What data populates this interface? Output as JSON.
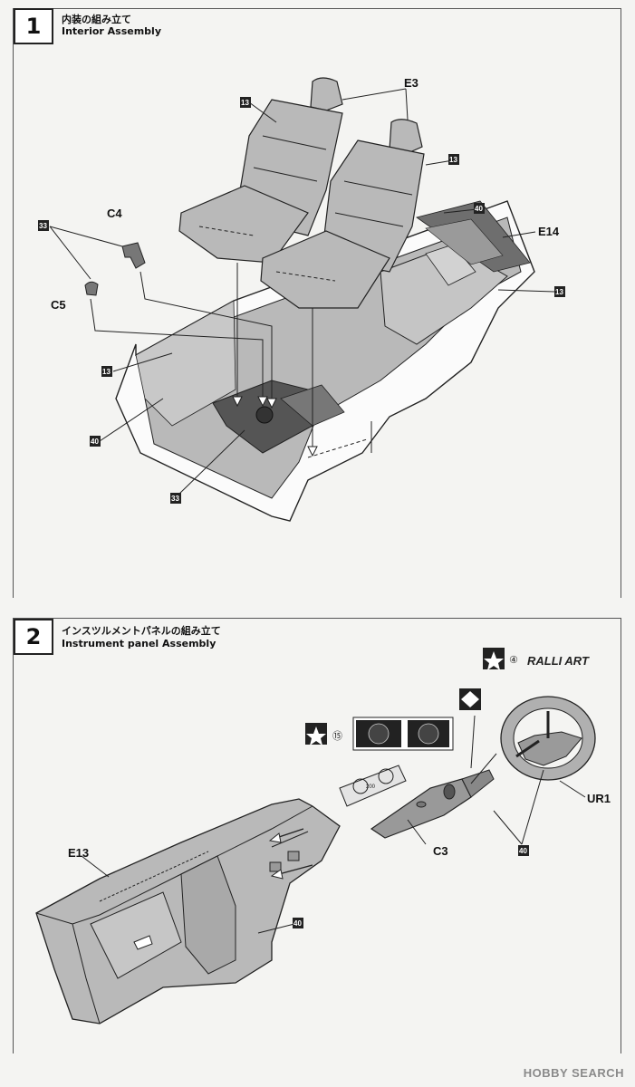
{
  "steps": [
    {
      "number": "1",
      "title_jp": "内装の組み立て",
      "title_en": "Interior Assembly"
    },
    {
      "number": "2",
      "title_jp": "インスツルメントパネルの組み立て",
      "title_en": "Instrument panel Assembly"
    }
  ],
  "step1_parts": {
    "seat": "E3",
    "floor_tub": "E14",
    "shift_boot": "C4",
    "shift_knob": "C5",
    "color_13": "13",
    "color_33": "33",
    "color_40": "40"
  },
  "step2_parts": {
    "dashboard": "E13",
    "steering_column": "C3",
    "steering_wheel": "UR1",
    "color_40": "40",
    "decal_4": "④",
    "decal_15": "⑮",
    "ralliart_logo": "RALLI ART",
    "meter_label": "200"
  },
  "watermark": "HOBBY SEARCH",
  "colors": {
    "part_gray": "#b9b9b9",
    "dark_gray": "#6e6e6e",
    "line": "#222222"
  }
}
